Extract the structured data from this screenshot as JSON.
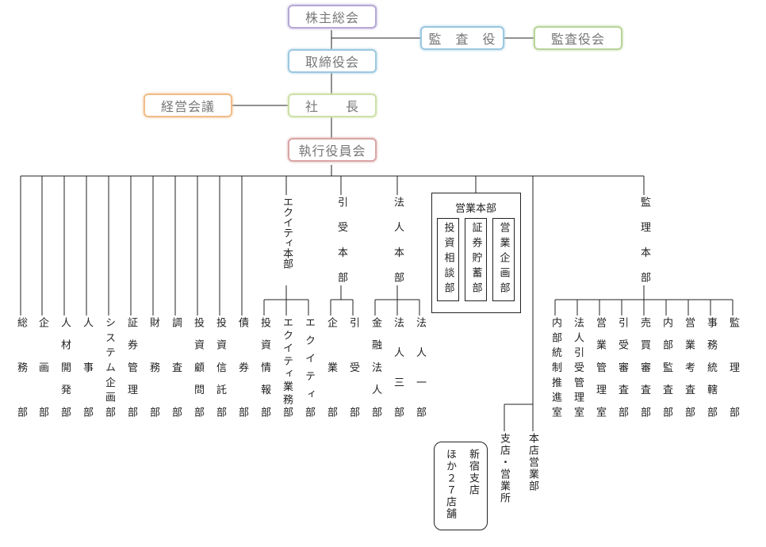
{
  "top": {
    "shareholders": "株主総会",
    "auditor": "監　査　役",
    "audit_board": "監査役会",
    "board": "取締役会",
    "management_meeting": "経営会議",
    "president": "社　　長",
    "executive_committee": "執行役員会"
  },
  "departments": [
    "総務部",
    "企画部",
    "人材開発部",
    "人事部",
    "システム企画部",
    "証券管理部",
    "財務部",
    "調査部",
    "投資顧問部",
    "投資信託部",
    "債券部"
  ],
  "divisions": {
    "equity": {
      "name": "エクイティ本部",
      "children": [
        "投資情報部",
        "エクイティ業務部",
        "エクイティ部"
      ]
    },
    "underwriting": {
      "name": "引受本部",
      "children": [
        "企業部",
        "引受部"
      ]
    },
    "corporate": {
      "name": "法人本部",
      "children": [
        "金融法人部",
        "法人三部",
        "法人一部"
      ]
    },
    "sales": {
      "name": "営業本部",
      "children": [
        "投資相談部",
        "証券貯蓄部",
        "営業企画部"
      ]
    },
    "supervision": {
      "name": "監理本部",
      "children": [
        "内部統制推進室",
        "法人引受管理室",
        "営業管理室",
        "引受審査部",
        "売買審査部",
        "内部監査部",
        "営業考査部",
        "事務統轄部",
        "監理部"
      ]
    }
  },
  "branches": {
    "head_office_sales": "本店営業部",
    "branches_offices": "支店・営業所",
    "shinjuku": "新宿支店",
    "others": "ほか２７店舗"
  }
}
